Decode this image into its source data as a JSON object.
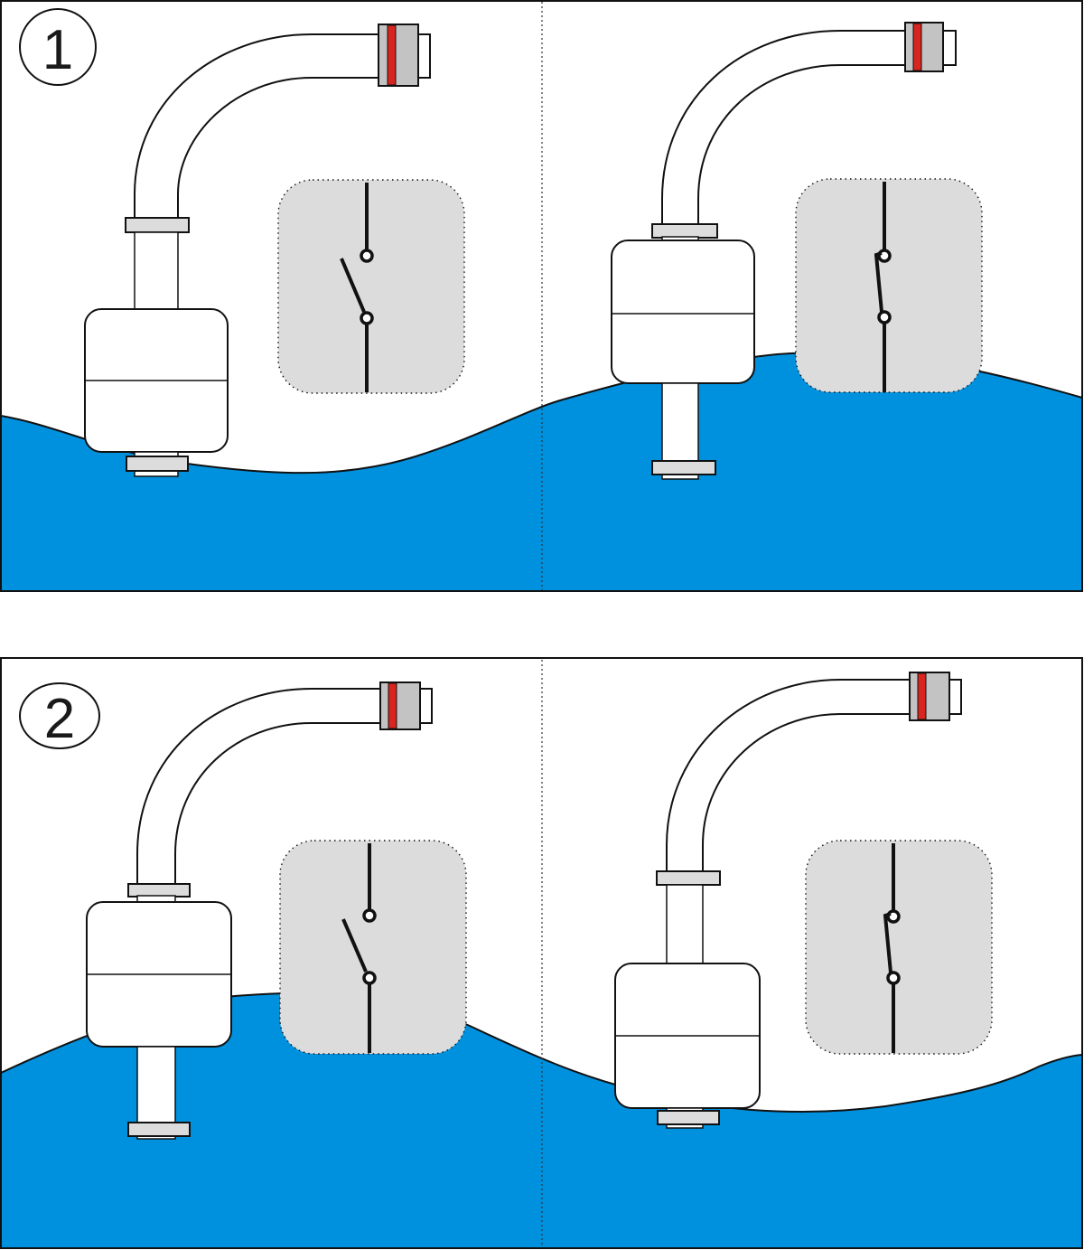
{
  "colors": {
    "water": "#0091de",
    "outline": "#111111",
    "switch_box": "#dcdcdc",
    "connector": "#c3c3c3",
    "sleeve": "#dcdcdc",
    "red_band": "#d8251f",
    "background": "#ffffff"
  },
  "panels": [
    {
      "label": "1",
      "scenes": [
        {
          "water_state": "low",
          "float_position": "down",
          "switch_state": "open"
        },
        {
          "water_state": "high",
          "float_position": "up",
          "switch_state": "closed"
        }
      ]
    },
    {
      "label": "2",
      "scenes": [
        {
          "water_state": "high",
          "float_position": "up",
          "switch_state": "open"
        },
        {
          "water_state": "low",
          "float_position": "down",
          "switch_state": "closed"
        }
      ]
    }
  ]
}
